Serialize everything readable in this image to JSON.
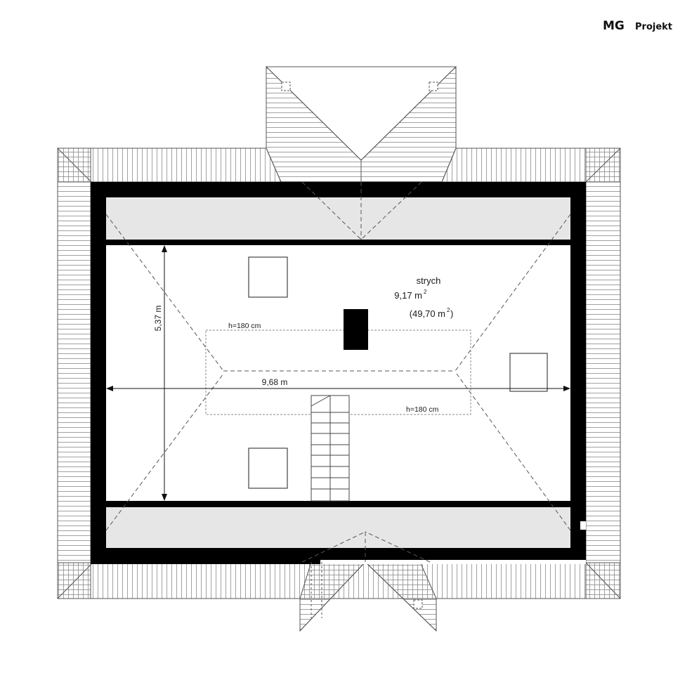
{
  "brand": {
    "logo_text": "MG",
    "suffix": "Projekt"
  },
  "room": {
    "name": "strych",
    "area": "9,17 m",
    "area_sup": "2",
    "total_area": "(49,70 m",
    "total_area_sup": "2",
    "total_area_close": ")"
  },
  "dimensions": {
    "width": "9,68 m",
    "depth": "5,37 m",
    "height_line_top": "h=180 cm",
    "height_line_bottom": "h=180 cm"
  },
  "colors": {
    "wall": "#000000",
    "eave_fill": "#e6e6e6",
    "line": "#555555",
    "hatch": "#8a8a8a"
  }
}
